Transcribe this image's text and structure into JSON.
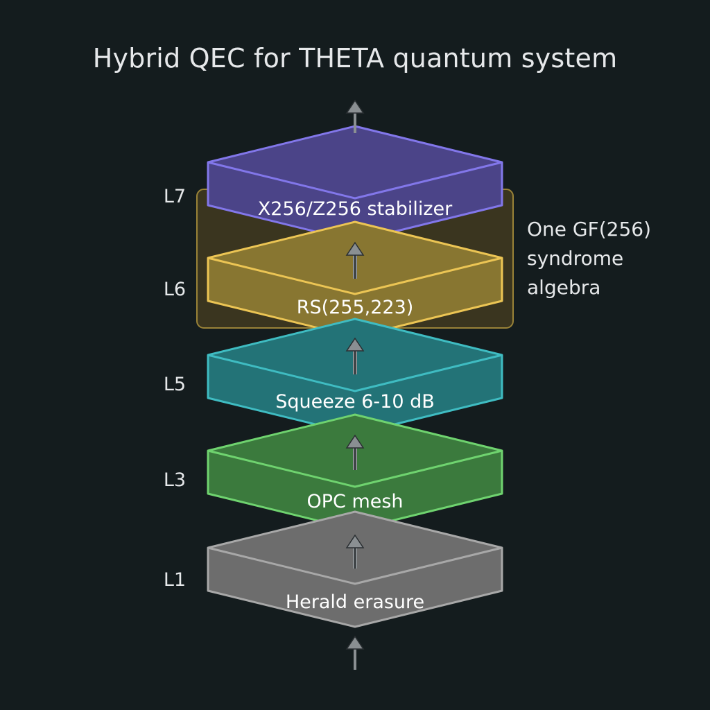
{
  "title": "Hybrid QEC for THETA quantum system",
  "layers": [
    {
      "level": "L7",
      "label": "X256/Z256 stabilizer",
      "fill": "#4b4488",
      "stroke": "#8277ea"
    },
    {
      "level": "L6",
      "label": "RS(255,223)",
      "fill": "#887631",
      "stroke": "#ecc554"
    },
    {
      "level": "L5",
      "label": "Squeeze 6-10 dB",
      "fill": "#237377",
      "stroke": "#3fbcc2"
    },
    {
      "level": "L3",
      "label": "OPC mesh",
      "fill": "#3b7a3d",
      "stroke": "#6fd36f"
    },
    {
      "level": "L1",
      "label": "Herald erasure",
      "fill": "#6d6d6d",
      "stroke": "#a8a8a8"
    }
  ],
  "group_note": {
    "lines": [
      "One GF(256)",
      "syndrome",
      "algebra"
    ],
    "fill": "#5a4a20",
    "stroke": "#9a8338"
  },
  "colors": {
    "background": "#141c1e",
    "arrow": "#8a8f92"
  }
}
